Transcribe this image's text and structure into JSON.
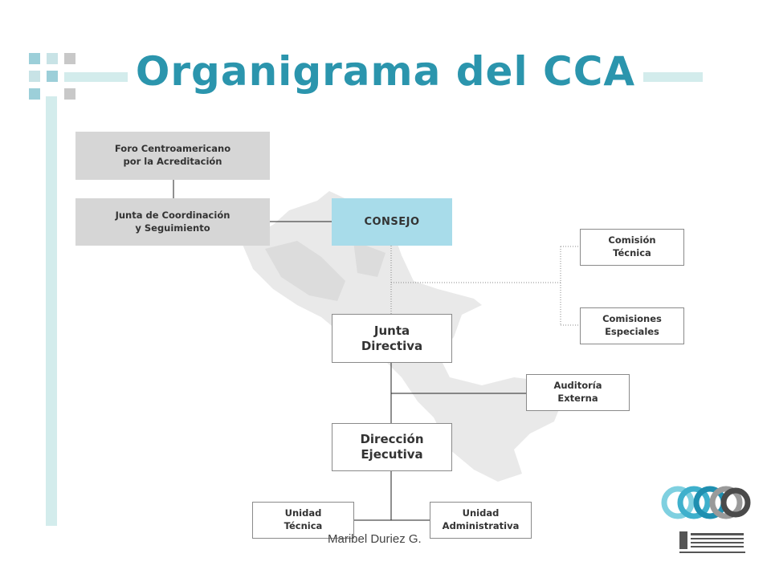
{
  "slide": {
    "title": "Organigrama del CCA",
    "footer": "Maribel Duriez G."
  },
  "diagram": {
    "nodes": {
      "foro": "Foro Centroamericano\npor la Acreditación",
      "junta_coordinacion": "Junta de Coordinación\ny Seguimiento",
      "consejo": "CONSEJO",
      "comision_tecnica": "Comisión\nTécnica",
      "comisiones_especiales": "Comisiones\nEspeciales",
      "junta_directiva": "Junta\nDirectiva",
      "auditoria_externa": "Auditoría\nExterna",
      "direccion_ejecutiva": "Dirección\nEjecutiva",
      "unidad_tecnica": "Unidad\nTécnica",
      "unidad_administrativa": "Unidad\nAdministrativa"
    },
    "colors": {
      "title": "#2b95ad",
      "accent_box": "#a8dcea",
      "gray_box": "#d6d6d6",
      "decor_light": "#d3ecec"
    }
  }
}
